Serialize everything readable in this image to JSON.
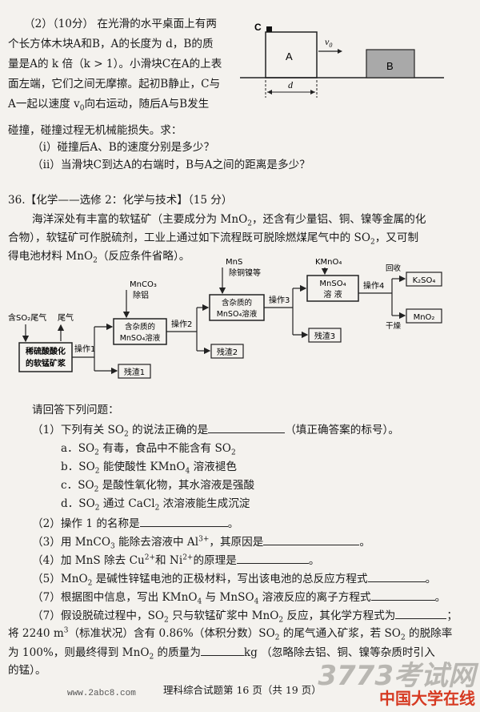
{
  "q2": {
    "l1": "（2）（10分） 在光滑的水平桌面上有两",
    "l2": "个长方体木块A和B，A的长度为 d，B的质",
    "l3": "量是A的 k 倍（k > 1）。小滑块C在A的上表",
    "l4": "面左端，它们之间无摩擦。起初B静止，C与",
    "l5": "A一起以速度 v",
    "l5b": "向右运动，随后A与B发生",
    "l6": "碰撞，碰撞过程无机械能损失。求：",
    "i": "（ⅰ）碰撞后A、B的速度分别是多少？",
    "ii": "（ⅱ）当滑块C到达A的右端时，B与A之间的距离是多少？"
  },
  "fig1": {
    "c": "C",
    "a": "A",
    "b": "B",
    "v": "v",
    "vsub": "0",
    "d": "d"
  },
  "q36": {
    "title": "36.【化学——选修 2：化学与技术】（15 分）",
    "p1": "海洋深处有丰富的软锰矿（主要成分为 MnO",
    "p1b": "，还含有少量铝、铜、镍等金属的化",
    "p2": "合物），软锰矿可作脱硫剂，工业上通过如下流程既可脱除燃煤尾气中的 SO",
    "p2b": "，又可制",
    "p3": "得电池材料 MnO",
    "p3b": "（反应条件省略）。",
    "intro": "请回答下列问题：",
    "s1": "（1）下列有关 SO",
    "s1b": " 的说法正确的是",
    "s1c": "（填正确答案的标号）。",
    "oa": "a．SO",
    "oa2": " 有毒，食品中不能含有 SO",
    "ob": "b．SO",
    "ob2": " 能使酸性 KMnO",
    "ob3": " 溶液褪色",
    "oc": "c．SO",
    "oc2": " 是酸性氧化物，其水溶液是强酸",
    "od": "d．SO",
    "od2": " 通过 CaCl",
    "od3": " 浓溶液能生成沉淀",
    "s2": "（2）操作 1 的名称是",
    "s3": "（3）用 MnCO",
    "s3b": " 能除去溶液中 Al",
    "s3c": "，其原因是",
    "s4": "（4）加 MnS 除去 Cu",
    "s4b": "和 Ni",
    "s4c": "的原理是",
    "s5": "（5）MnO",
    "s5b": " 是碱性锌锰电池的正极材料，写出该电池的总反应方程式",
    "s6": "（7）根据图中信息，写出 KMnO",
    "s6b": " 与 MnSO",
    "s6c": " 溶液反应的离子方程式",
    "s7": "（7）假设脱硫过程中，SO",
    "s7b": " 只与软锰矿浆中 MnO",
    "s7c": " 反应，其化学方程式为",
    "s8": "将 2240 m",
    "s8b": "（标准状况）含有 0.86%（体积分数）SO",
    "s8c": " 的尾气通入矿浆，若 SO",
    "s8d": " 的脱除率",
    "s9": "为 100%，则最终得到 MnO",
    "s9b": " 的质量为",
    "s9c": "kg （忽略除去铝、铜、镍等杂质时引入",
    "s10": "的锰）。",
    "sub2": "2",
    "sub3": "3",
    "sub4": "4",
    "sup3": "3",
    "sup3p": "3+",
    "sup2p": "2+",
    "blank": "。",
    "semi": "；"
  },
  "flow": {
    "inlet": "含SO₂尾气",
    "outlet": "尾气",
    "ore1": "稀硫酸酸化",
    "ore2": "的软锰矿浆",
    "op1": "操作1",
    "res1": "残渣1",
    "mnco3": "MnCO₃",
    "mnco3b": "除铝",
    "box2a": "含杂质的",
    "box2b": "MnSO₄溶液",
    "op2": "操作2",
    "res2": "残渣2",
    "mns": "MnS",
    "mnsb": "除铜镍等",
    "box3a": "含杂质的",
    "box3b": "MnSO₄溶液",
    "op3": "操作3",
    "res3": "残渣3",
    "kmno4": "KMnO₄",
    "box4a": "MnSO₄",
    "box4b": "溶 液",
    "op4": "操作4",
    "recycle": "回收",
    "k2so4": "K₂SO₄",
    "dry": "干燥",
    "mno2": "MnO₂"
  },
  "footer": {
    "site": "www.2abc8.com",
    "page": "理科综合试题第 16 页（共 19 页）"
  },
  "logo": {
    "big": "3773考试网",
    "small": "中国大学在线"
  }
}
